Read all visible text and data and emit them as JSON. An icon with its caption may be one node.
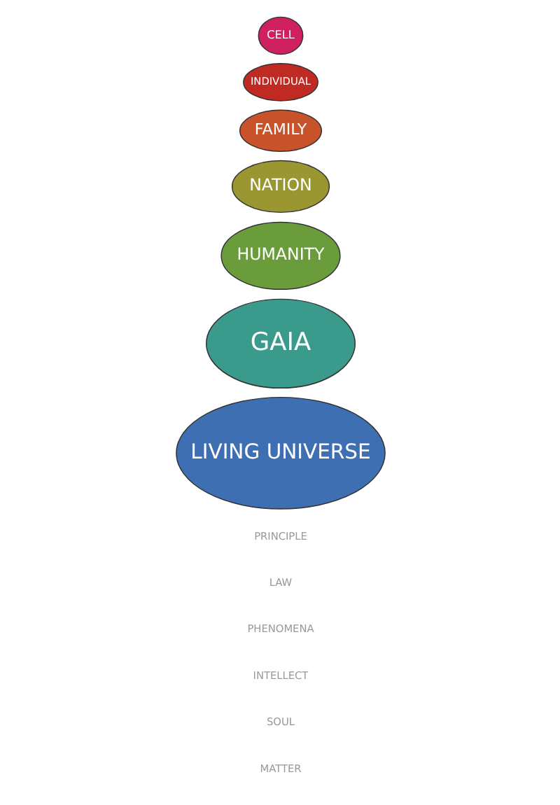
{
  "diagram": {
    "nodes": [
      {
        "text": [
          "LIVING UNIVERSE"
        ]
      },
      {
        "text": [
          "GAIA"
        ]
      },
      {
        "text": [
          "HUMANITY"
        ]
      },
      {
        "text": [
          "NATION"
        ]
      },
      {
        "text": [
          "FAMILY"
        ]
      },
      {
        "text": [
          "INDIVIDUAL"
        ]
      },
      {
        "text": [
          "CELL"
        ]
      }
    ],
    "edges": [],
    "labels": [
      "MATTER",
      "SOUL",
      "INTELLECT",
      "PHENOMENA",
      "LAW",
      "PRINCIPLE"
    ]
  }
}
